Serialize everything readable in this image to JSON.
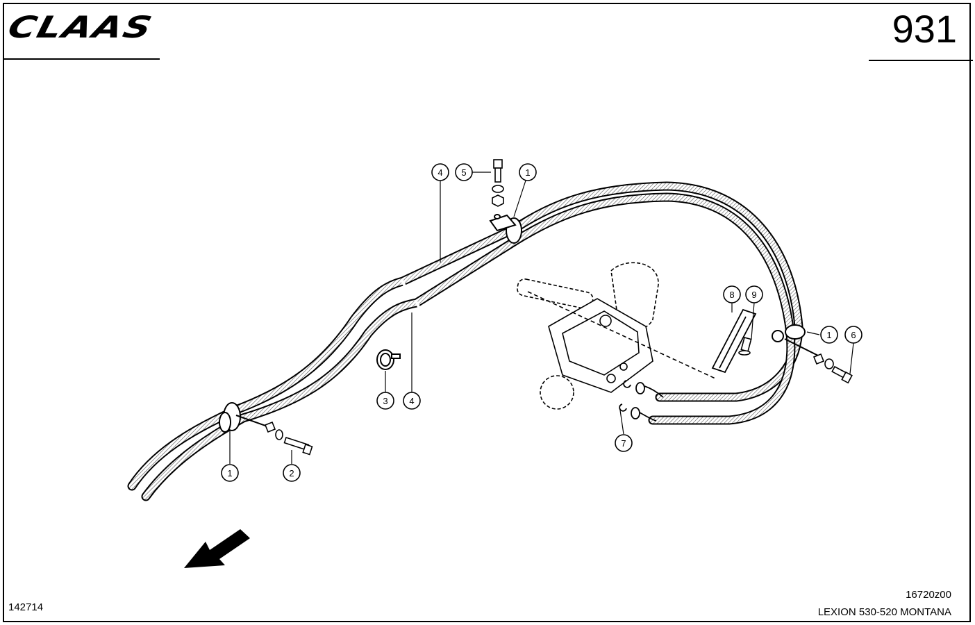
{
  "header": {
    "brand": "CLAAS",
    "page_number": "931"
  },
  "footer": {
    "left_code": "142714",
    "right_code": "16720z00",
    "model": "LEXION 530-520 MONTANA"
  },
  "callouts": [
    {
      "id": "c1a",
      "label": "1"
    },
    {
      "id": "c1b",
      "label": "1"
    },
    {
      "id": "c1c",
      "label": "1"
    },
    {
      "id": "c2",
      "label": "2"
    },
    {
      "id": "c3",
      "label": "3"
    },
    {
      "id": "c4a",
      "label": "4"
    },
    {
      "id": "c4b",
      "label": "4"
    },
    {
      "id": "c5",
      "label": "5"
    },
    {
      "id": "c6",
      "label": "6"
    },
    {
      "id": "c7",
      "label": "7"
    },
    {
      "id": "c8",
      "label": "8"
    },
    {
      "id": "c9",
      "label": "9"
    }
  ]
}
